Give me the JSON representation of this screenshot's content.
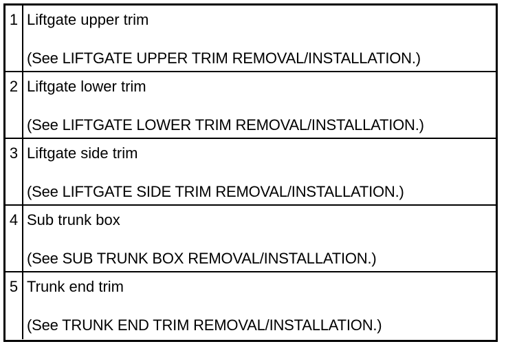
{
  "parts": [
    {
      "no": "1",
      "name": "Liftgate upper trim",
      "ref": "(See LIFTGATE UPPER TRIM REMOVAL/INSTALLATION.)"
    },
    {
      "no": "2",
      "name": "Liftgate lower trim",
      "ref": "(See LIFTGATE LOWER TRIM REMOVAL/INSTALLATION.)"
    },
    {
      "no": "3",
      "name": "Liftgate side trim",
      "ref": "(See LIFTGATE SIDE TRIM REMOVAL/INSTALLATION.)"
    },
    {
      "no": "4",
      "name": "Sub trunk box",
      "ref": "(See SUB TRUNK BOX REMOVAL/INSTALLATION.)"
    },
    {
      "no": "5",
      "name": "Trunk end trim",
      "ref": "(See TRUNK END TRIM REMOVAL/INSTALLATION.)"
    }
  ]
}
